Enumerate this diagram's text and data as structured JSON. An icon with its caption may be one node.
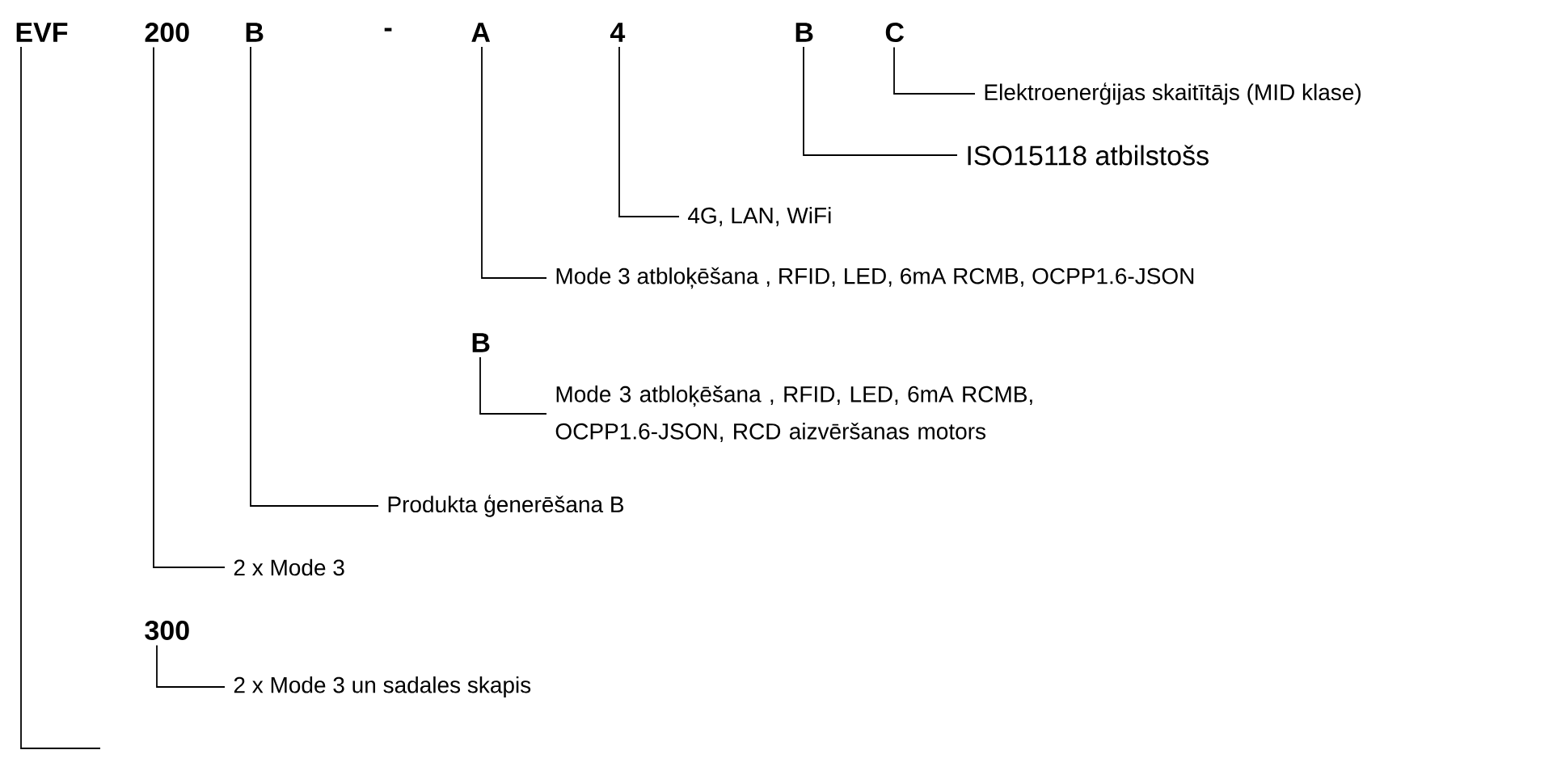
{
  "diagram": {
    "nodes": [
      {
        "text": [
          "EVF"
        ]
      },
      {
        "text": [
          "200"
        ]
      },
      {
        "text": [
          "B"
        ]
      },
      {
        "text": [
          "A"
        ]
      },
      {
        "text": [
          "4"
        ]
      },
      {
        "text": [
          "B"
        ]
      },
      {
        "text": [
          "C"
        ]
      },
      {
        "text": [
          "Elektroenerģijas skaitītājs (MID klase)"
        ]
      },
      {
        "text": [
          "ISO15118 atbilstošs"
        ]
      },
      {
        "text": [
          "4G, LAN, WiFi"
        ]
      },
      {
        "text": [
          "Mode 3 atbloķēšana , RFID, LED, 6mA RCMB, OCPP1.6-JSON"
        ]
      },
      {
        "text": [
          "B"
        ]
      },
      {
        "text": [
          "Mode 3 atbloķēšana , RFID, LED, 6mA RCMB, OCPP1.6-JSON, RCD aizvēršanas motors"
        ]
      },
      {
        "text": [
          "Produkta ģenerēšana B"
        ]
      },
      {
        "text": [
          "2 x Mode 3"
        ]
      },
      {
        "text": [
          "300"
        ]
      },
      {
        "text": [
          "2 x Mode 3 un sadales skapis"
        ]
      }
    ],
    "edges": [
      {
        "from": 0,
        "to": null,
        "arrow": "none"
      },
      {
        "from": 1,
        "to": 14,
        "arrow": "none"
      },
      {
        "from": 2,
        "to": 13,
        "arrow": "none"
      },
      {
        "from": 3,
        "to": 10,
        "arrow": "none"
      },
      {
        "from": 4,
        "to": 9,
        "arrow": "none"
      },
      {
        "from": 5,
        "to": 8,
        "arrow": "none"
      },
      {
        "from": 6,
        "to": 7,
        "arrow": "none"
      },
      {
        "from": 11,
        "to": 12,
        "arrow": "none"
      },
      {
        "from": 15,
        "to": 16,
        "arrow": "none"
      }
    ],
    "labels": [
      "-"
    ]
  }
}
